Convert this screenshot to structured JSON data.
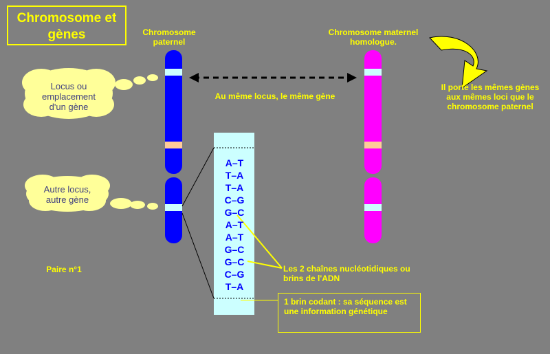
{
  "title": "Chromosome et gènes",
  "labels": {
    "paternal_chromosome": "Chromosome paternel",
    "maternal_chromosome": "Chromosome maternel homologue.",
    "same_locus": "Au même locus, le même gène",
    "same_genes_note": "Il porte les mêmes gènes aux mêmes loci que le chromosome paternel",
    "pair": "Paire n°1",
    "dna_strands": "Les 2 chaînes nucléotidiques ou brins de l'ADN",
    "coding_strand": "1 brin codant : sa séquence est une information génétique"
  },
  "clouds": {
    "locus": "Locus ou emplacement d'un gène",
    "other_locus": "Autre locus, autre gène"
  },
  "dna_sequence": [
    "A–T",
    "T–A",
    "T–A",
    "C–G",
    "G–C",
    "A–T",
    "A–T",
    "G–C",
    "G–C",
    "C–G",
    "T–A"
  ],
  "colors": {
    "background": "#808080",
    "accent": "#ffff00",
    "paternal": "#0000ff",
    "maternal": "#ff00ff",
    "band_light": "#ccffff",
    "band_orange": "#ffcc99",
    "cloud": "#ffff99",
    "dna_panel": "#ccffff",
    "dna_text": "#0000ff"
  },
  "icons": {
    "curved_arrow": "curved-arrow-icon"
  }
}
